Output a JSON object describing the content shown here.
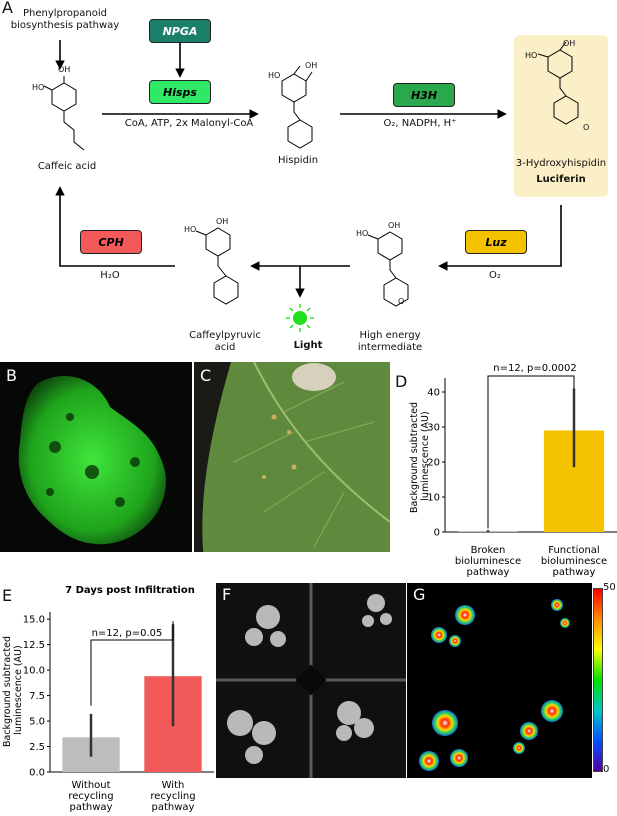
{
  "panels": {
    "a": "A",
    "b": "B",
    "c": "C",
    "d": "D",
    "e": "E",
    "f": "F",
    "g": "G"
  },
  "pathway": {
    "input_label": "Phenylpropanoid\nbiosynthesis pathway",
    "enzymes": {
      "npga": "NPGA",
      "hisps": "Hisps",
      "h3h": "H3H",
      "luz": "Luz",
      "cph": "CPH"
    },
    "colors": {
      "npga": "#1b7f6a",
      "hisps": "#2ee866",
      "h3h": "#2aa84e",
      "luz": "#f5c200",
      "cph": "#f25a5a",
      "luciferin_bg": "#fbefc7"
    },
    "reactions": {
      "hisps_cofactors": "CoA, ATP, 2x Malonyl-CoA",
      "h3h_cofactors": "O₂, NADPH, H⁺",
      "luz_cofactor": "O₂",
      "cph_cofactor": "H₂O"
    },
    "compounds": {
      "caffeic_acid": "Caffeic acid",
      "hispidin": "Hispidin",
      "hydroxyhispidin": "3-Hydroxyhispidin",
      "luciferin": "Luciferin",
      "intermediate": "High energy\nintermediate",
      "caffeylpyruvic": "Caffeylpyruvic\nacid",
      "light": "Light"
    }
  },
  "chart_data": [
    {
      "type": "bar",
      "panel": "D",
      "categories": [
        "Broken\nbioluminesce\npathway",
        "Functional\nbioluminesce\npathway"
      ],
      "values": [
        0.3,
        29
      ],
      "errors_low": [
        0,
        18.5
      ],
      "errors_high": [
        0.5,
        41
      ],
      "colors": [
        "#bdbdbd",
        "#f5c200"
      ],
      "ylabel": "Background subtracted\nluminescence (AU)",
      "ylim": [
        0,
        44
      ],
      "yticks": [
        "0",
        "10",
        "20",
        "30",
        "40"
      ],
      "ytick_values": [
        0,
        10,
        20,
        30,
        40
      ],
      "annotation": "n=12, p=0.0002"
    },
    {
      "type": "bar",
      "panel": "E",
      "title": "7 Days post Infiltration",
      "categories": [
        "Without\nrecycling\npathway",
        "With\nrecycling\npathway"
      ],
      "values": [
        3.4,
        9.4
      ],
      "errors_low": [
        1.5,
        4.5
      ],
      "errors_high": [
        5.7,
        14.5
      ],
      "colors": [
        "#bdbdbd",
        "#f25a5a"
      ],
      "ylabel": "Background subtracted\nluminescence (AU)",
      "ylim": [
        0,
        15.7
      ],
      "yticks": [
        "0.0",
        "2.5",
        "5.0",
        "7.5",
        "10.0",
        "12.5",
        "15.0"
      ],
      "ytick_values": [
        0,
        2.5,
        5,
        7.5,
        10,
        12.5,
        15
      ],
      "annotation": "n=12, p=0.05"
    }
  ],
  "colorbar": {
    "max": "50",
    "min": "0"
  },
  "atoms": {
    "oh": "OH",
    "ho": "HO",
    "o": "O",
    "oo": "O"
  }
}
